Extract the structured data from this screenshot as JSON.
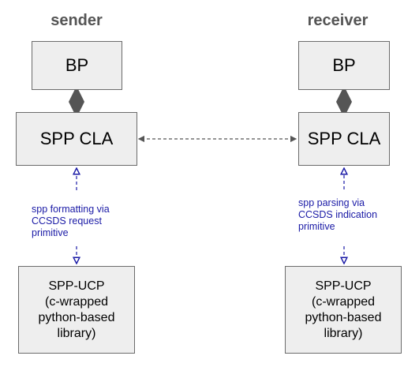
{
  "sender": {
    "title": "sender",
    "bp_label": "BP",
    "cla_label": "SPP CLA",
    "note_lines": [
      "spp formatting via",
      "CCSDS request",
      "primitive"
    ],
    "ucp_lines": [
      "SPP-UCP",
      "(c-wrapped",
      "python-based",
      "library)"
    ]
  },
  "receiver": {
    "title": "receiver",
    "bp_label": "BP",
    "cla_label": "SPP CLA",
    "note_lines": [
      "spp parsing via",
      "CCSDS indication",
      "primitive"
    ],
    "ucp_lines": [
      "SPP-UCP",
      "(c-wrapped",
      "python-based",
      "library)"
    ]
  },
  "colors": {
    "box_fill": "#eeeeee",
    "box_border": "#6b6b6b",
    "solid_arrow": "#555555",
    "dashed_blue": "#1a1aa6",
    "title_text": "#555555"
  }
}
